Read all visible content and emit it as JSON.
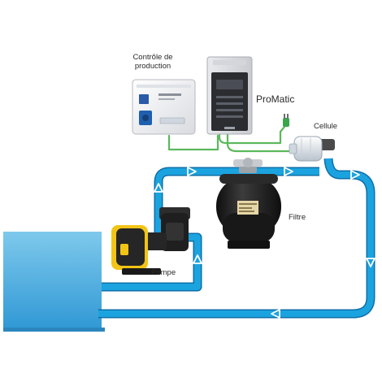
{
  "labels": {
    "controle": "Contrôle de production",
    "promatic": "ProMatic",
    "cellule": "Cellule",
    "filtre": "Filtre",
    "pompe": "Pompe"
  },
  "colors": {
    "pipe": "#1ba3df",
    "pipe_edge": "#0d6fa8",
    "arrow": "#ffffff",
    "pool_top": "#7ec9ec",
    "pool_bottom": "#2f98d4",
    "cable": "#5cb85c",
    "filter_tank": "#1b1b1b",
    "pump_body": "#262626",
    "pump_accent": "#f2c416",
    "controller_box": "#f1f2f4",
    "socket": "#1f5fb0"
  },
  "icons": {
    "controller": "control-box-icon",
    "promatic": "salt-chlorinator-icon",
    "cell": "electrolysis-cell-icon",
    "filter": "sand-filter-icon",
    "pump": "pool-pump-icon",
    "plug": "power-plug-icon"
  }
}
